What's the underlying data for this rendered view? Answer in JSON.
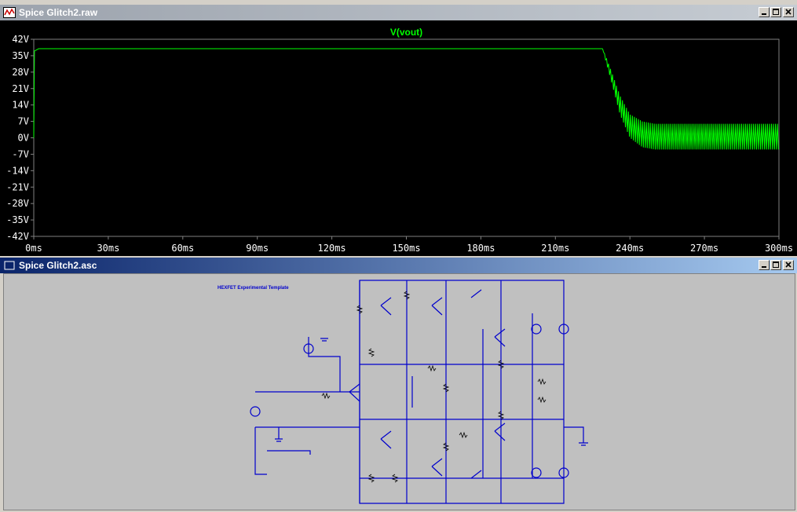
{
  "waveform_window": {
    "title": "Spice Glitch2.raw",
    "trace_label": "V(vout)",
    "trace_color": "#00ff00",
    "y_ticks": [
      "42V",
      "35V",
      "28V",
      "21V",
      "14V",
      "7V",
      "0V",
      "-7V",
      "-14V",
      "-21V",
      "-28V",
      "-35V",
      "-42V"
    ],
    "x_ticks": [
      "0ms",
      "30ms",
      "60ms",
      "90ms",
      "120ms",
      "150ms",
      "180ms",
      "210ms",
      "240ms",
      "270ms",
      "300ms"
    ]
  },
  "schematic_window": {
    "title": "Spice Glitch2.asc",
    "heading": "HEXFET Experimental Template",
    "line_color": "#0000cc"
  },
  "chart_data": {
    "type": "line",
    "title": "V(vout)",
    "xlabel": "",
    "ylabel": "",
    "x_unit": "ms",
    "y_unit": "V",
    "xlim": [
      0,
      300
    ],
    "ylim": [
      -42,
      42
    ],
    "grid": false,
    "series": [
      {
        "name": "V(vout)",
        "segments": [
          {
            "x": [
              0,
              0.3,
              2,
              229
            ],
            "y": [
              0,
              37,
              38,
              38
            ]
          },
          {
            "x": [
              229,
              232,
              236,
              240,
              245,
              250,
              255
            ],
            "y_max": [
              38,
              30,
              18,
              10,
              7,
              6,
              6
            ],
            "y_min": [
              38,
              26,
              10,
              0,
              -4,
              -5,
              -5
            ]
          },
          {
            "x": [
              255,
              300
            ],
            "y_max": [
              6,
              6
            ],
            "y_min": [
              -5,
              -5
            ],
            "oscillation": true
          }
        ]
      }
    ]
  }
}
